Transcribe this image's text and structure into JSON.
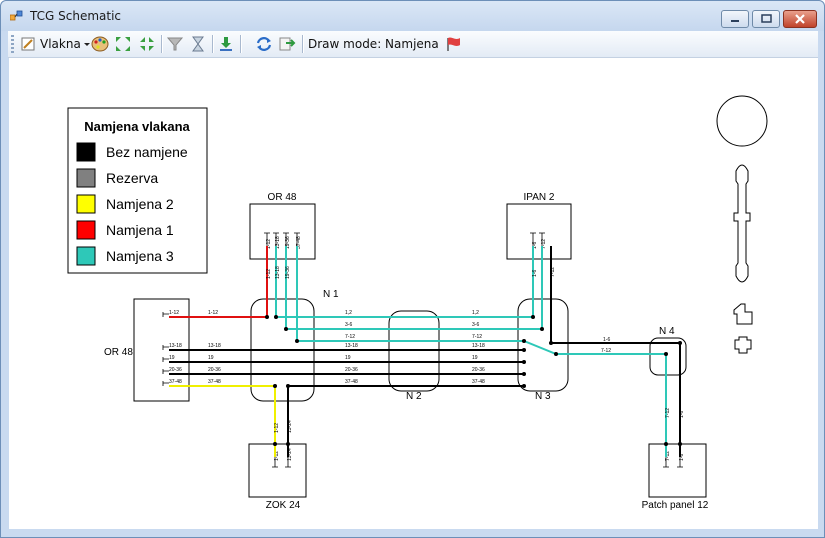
{
  "window": {
    "title": "TCG Schematic",
    "controls": [
      "minimize",
      "maximize",
      "close"
    ]
  },
  "toolbar": {
    "dropdown_label": "Vlakna",
    "draw_mode_label": "Draw mode: Namjena"
  },
  "legend": {
    "title": "Namjena vlakana",
    "items": [
      {
        "label": "Bez namjene",
        "color": "#000000"
      },
      {
        "label": "Rezerva",
        "color": "#808080"
      },
      {
        "label": "Namjena 2",
        "color": "#ffff00"
      },
      {
        "label": "Namjena 1",
        "color": "#ff0000"
      },
      {
        "label": "Namjena 3",
        "color": "#2ec8b8"
      }
    ]
  },
  "colors": {
    "black": "#000000",
    "red": "#e01010",
    "yellow": "#f0f000",
    "teal": "#2ec8b8"
  },
  "schematic": {
    "or48_left": {
      "name": "OR 48",
      "ports": [
        "1-12",
        "13-18",
        "19",
        "20-36",
        "37-48"
      ]
    },
    "or48_top": {
      "name": "OR 48",
      "ports": [
        "1-12",
        "13-18",
        "19-36",
        "37-48"
      ]
    },
    "ipan2": {
      "name": "IPAN 2",
      "ports": [
        "1-6",
        "7-12"
      ]
    },
    "zok24": {
      "name": "ZOK 24",
      "ports": [
        "1-12",
        "13-24"
      ]
    },
    "patch_panel": {
      "name": "Patch panel 12",
      "ports": [
        "7-12",
        "1-6"
      ]
    },
    "nodes": {
      "n1": "N 1",
      "n2": "N 2",
      "n3": "N 3",
      "n4": "N 4"
    },
    "cable_labels": {
      "left_in": [
        "1-12",
        "13-18",
        "19",
        "20-36",
        "37-48"
      ],
      "center_left": [
        "1,2",
        "3-6",
        "7-12",
        "13-18",
        "19",
        "20-36",
        "37-48"
      ],
      "center_right": [
        "1,2",
        "3-6",
        "7-12",
        "13-18",
        "19",
        "20-36",
        "37-48"
      ],
      "top_or48": [
        "1-12",
        "13-18",
        "19-36"
      ],
      "ipan2_cable": [
        "1-6",
        "7-12"
      ],
      "n4_cable": [
        "1-6",
        "7-12"
      ],
      "zok_cable": [
        "1-12",
        "13-24"
      ],
      "patch_cable": [
        "7-12",
        "1-6"
      ]
    }
  }
}
